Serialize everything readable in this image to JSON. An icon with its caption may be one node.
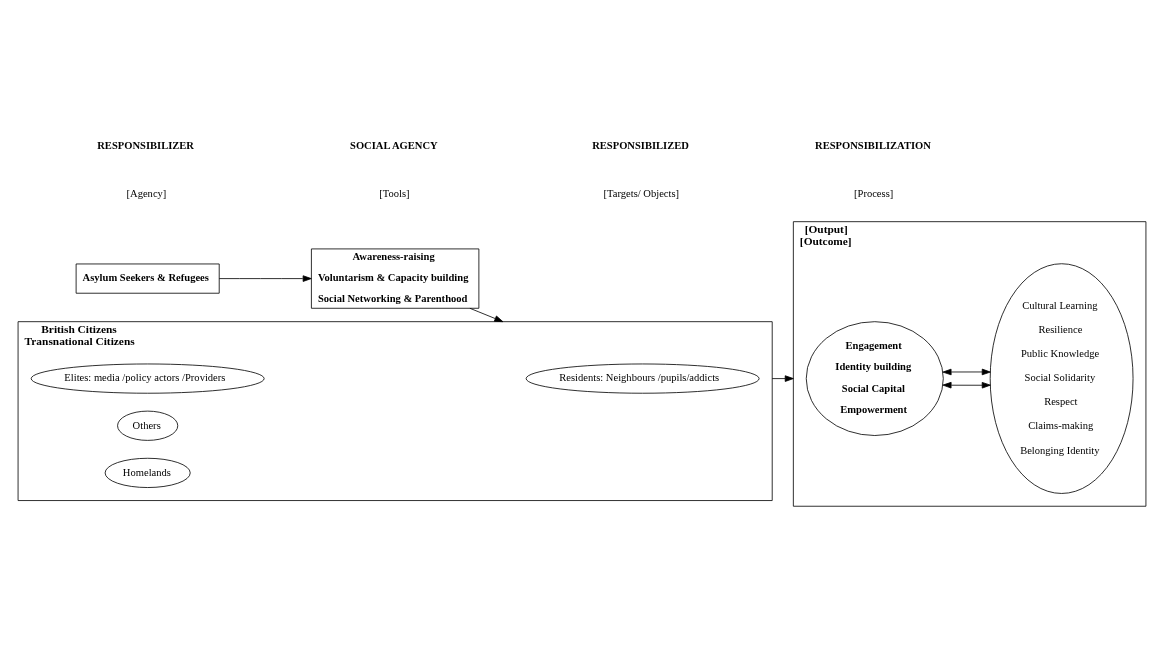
{
  "diagram": {
    "nodes": [
      {
        "text": [
          "Asylum Seekers & Refugees"
        ]
      },
      {
        "text": [
          "Awareness-raising",
          "Voluntarism & Capacity building",
          "Social Networking & Parenthood"
        ]
      },
      {
        "text": [
          "British Citizens",
          "Transnational Citizens"
        ]
      },
      {
        "text": [
          "Residents: Neighbours /pupils/addicts"
        ],
        "in": 2
      },
      {
        "text": [
          "Elites: media /policy actors /Providers"
        ],
        "in": 2
      },
      {
        "text": [
          "Others"
        ],
        "in": 2
      },
      {
        "text": [
          "Homelands"
        ],
        "in": 2
      },
      {
        "text": [
          "[Output]",
          "[Outcome]"
        ]
      },
      {
        "text": [
          "Engagement",
          "Identity building",
          "Social Capital",
          "Empowerment"
        ],
        "in": 7
      },
      {
        "text": [
          "Cultural Learning",
          "Resilience",
          "Public Knowledge",
          "Social Solidarity",
          "Respect",
          "Claims-making",
          "Belonging Identity"
        ],
        "in": 7
      }
    ],
    "edges": [
      {
        "from": 0,
        "to": 1,
        "arrow": "to"
      },
      {
        "from": 1,
        "to": 2,
        "arrow": "to"
      },
      {
        "from": 2,
        "to": 7,
        "arrow": "to"
      },
      {
        "from": 8,
        "to": 9,
        "arrow": "both"
      },
      {
        "from": 8,
        "to": 9,
        "arrow": "both"
      }
    ],
    "labels": [
      "RESPONSIBILIZER",
      "[Agency]",
      "SOCIAL AGENCY",
      "[Tools]",
      "RESPONSIBILIZED",
      "[Targets/ Objects]",
      "RESPONSIBILIZATION",
      "[Process]"
    ]
  }
}
